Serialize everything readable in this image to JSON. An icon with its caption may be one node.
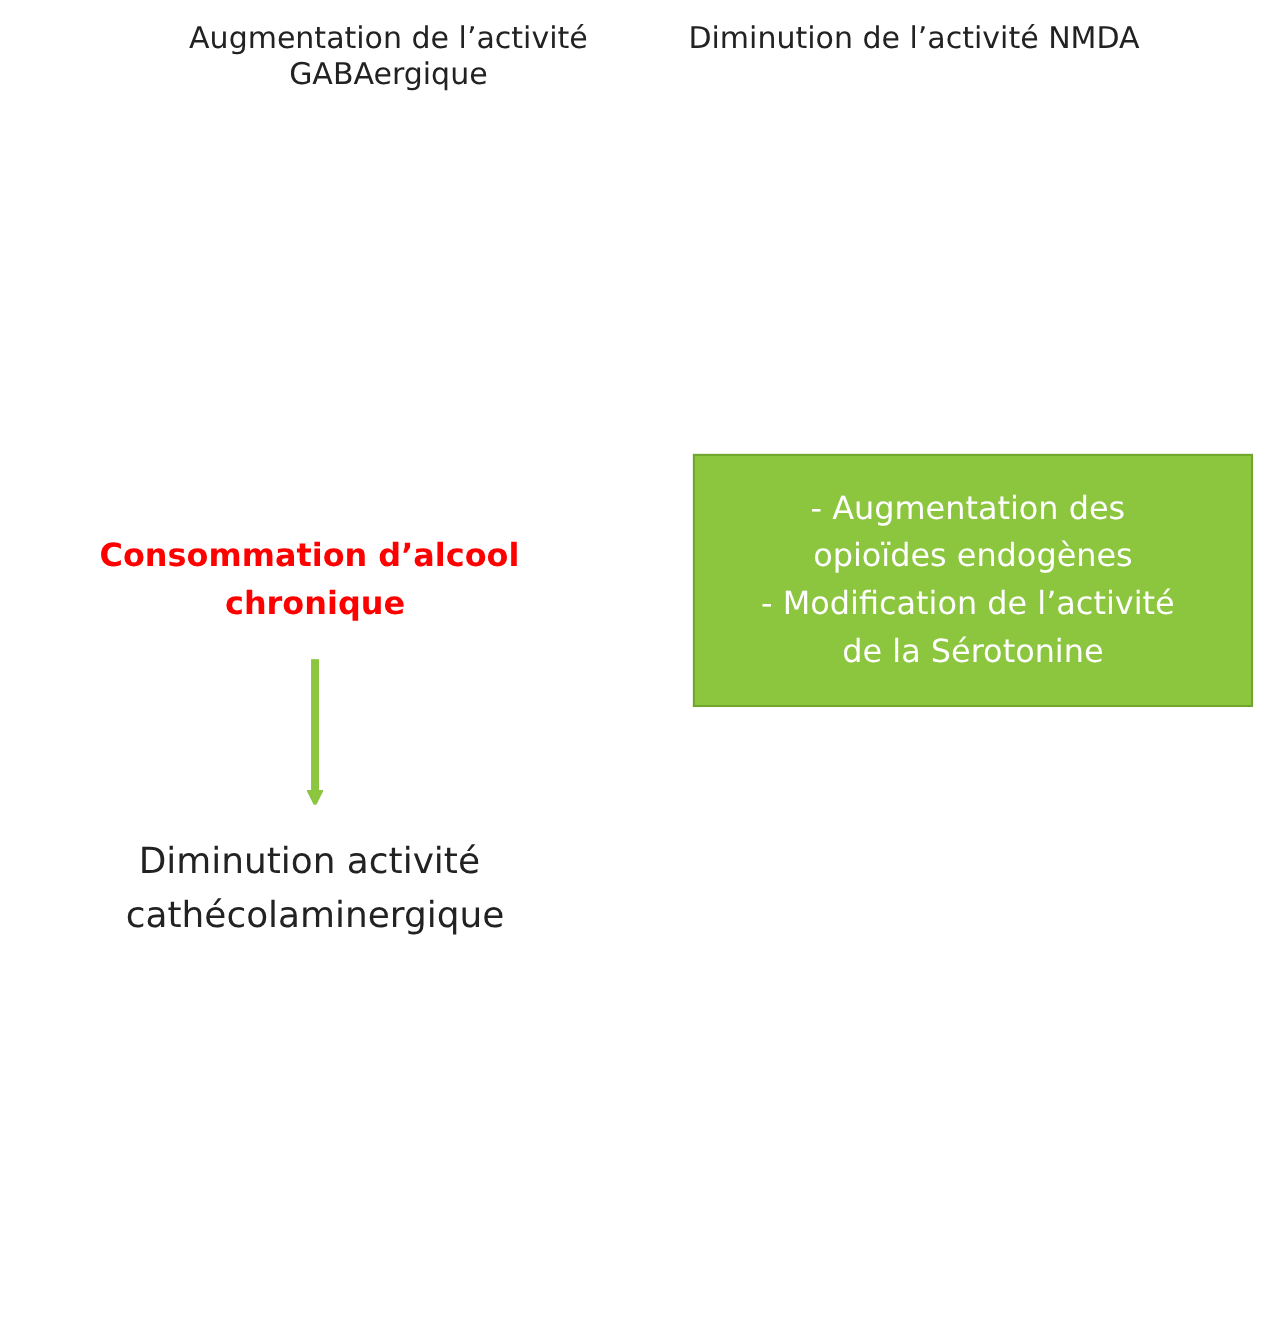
{
  "diagram": {
    "nodes": [
      {
        "text": [
          "Consommation d’alcool chronique"
        ]
      },
      {
        "text": [
          "Diminution activité cathécolaminergique"
        ]
      },
      {
        "text": [
          "- Augmentation des opioïdes endogènes",
          "- Modification de l’activité de la Sérotonine"
        ]
      }
    ],
    "edges": [
      {
        "from": 0,
        "to": 1,
        "arrow": "to",
        "color": "#8cc63f"
      }
    ],
    "labels": [
      "Augmentation de l’activité GABAergique",
      "Diminution de l’activité NMDA"
    ]
  }
}
